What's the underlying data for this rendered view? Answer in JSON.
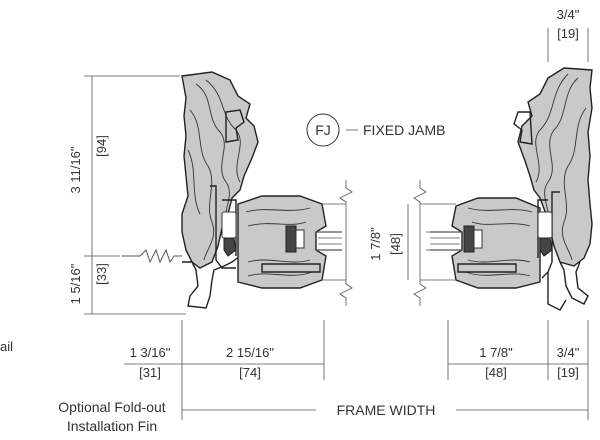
{
  "labels": {
    "fixed_jamb_code": "FJ",
    "fixed_jamb": "FIXED JAMB",
    "frame_width": "FRAME WIDTH",
    "fin_line1": "Optional Fold-out",
    "fin_line2": "Installation Fin",
    "nail_fragment": "ail"
  },
  "dimensions": {
    "top_right_in": "3/4\"",
    "top_right_mm": "[19]",
    "height_total_in": "3 11/16\"",
    "height_total_mm": "[94]",
    "height_fin_in": "1 5/16\"",
    "height_fin_mm": "[33]",
    "glass_in": "1 7/8\"",
    "glass_mm": "[48]",
    "left_fin_in": "1 3/16\"",
    "left_fin_mm": "[31]",
    "left_frame_in": "2 15/16\"",
    "left_frame_mm": "[74]",
    "right_sash_in": "1 7/8\"",
    "right_sash_mm": "[48]",
    "right_end_in": "3/4\"",
    "right_end_mm": "[19]"
  }
}
